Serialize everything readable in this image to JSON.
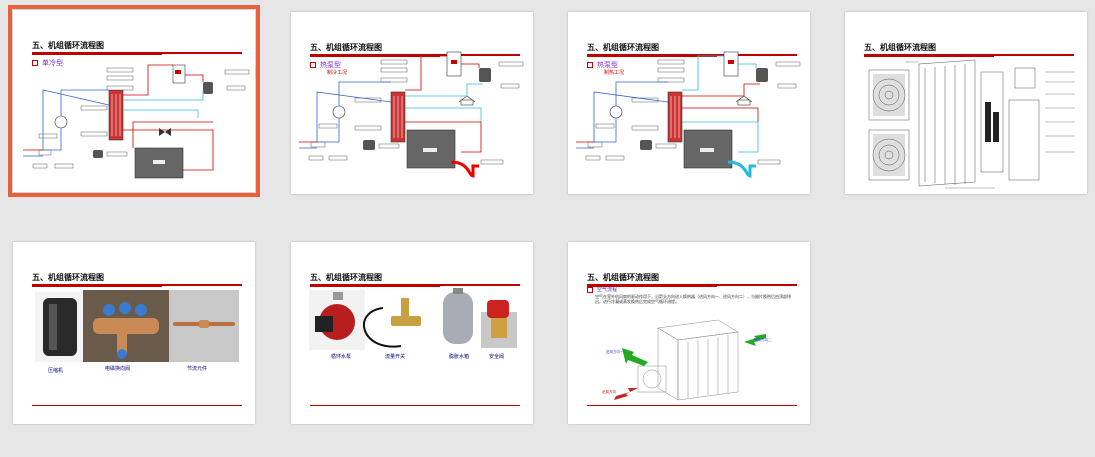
{
  "slides": [
    {
      "title": "五、机组循环流程图",
      "subtitle": "单冷型",
      "selected": true
    },
    {
      "title": "五、机组循环流程图",
      "subtitle": "热泵型",
      "mode": "制冷工况"
    },
    {
      "title": "五、机组循环流程图",
      "subtitle": "热泵型",
      "mode": "制热工况"
    },
    {
      "title": "五、机组循环流程图"
    },
    {
      "title": "五、机组循环流程图",
      "captions": [
        "压缩机",
        "电磁换向阀",
        "节流元件"
      ]
    },
    {
      "title": "五、机组循环流程图",
      "captions": [
        "循环水泵",
        "流量开关",
        "膨胀水箱",
        "安全阀"
      ]
    },
    {
      "title": "五、机组循环流程图",
      "subtitle": "空气流程",
      "paragraph": "空气在室外机风扇的驱动作用下，沿箭头方向进入换热器（进风方向一、进风方向二），与翅片换热后由顶部排出。进行冷凝或蒸发换热后完成空气循环流程。",
      "labels": [
        "进风方向一",
        "进风方向二",
        "出风方向"
      ]
    }
  ]
}
